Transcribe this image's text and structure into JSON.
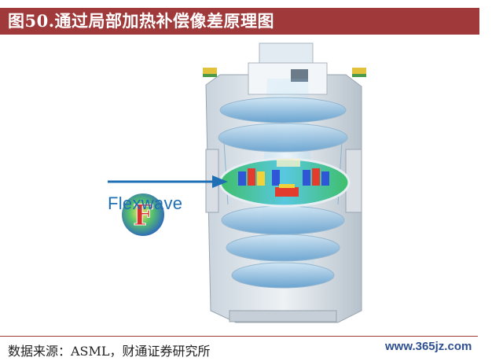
{
  "title": "图50.通过局部加热补偿像差原理图",
  "figure": {
    "label": "Flexwave",
    "logo_letter": "F"
  },
  "source": "数据来源：ASML，财通证券研究所",
  "watermark": "www.365jz.com",
  "colors": {
    "title_bar": "#a03a3a",
    "title_text": "#ffffff",
    "label_blue": "#1f6fb5",
    "arrow_blue": "#1f6fb5"
  }
}
